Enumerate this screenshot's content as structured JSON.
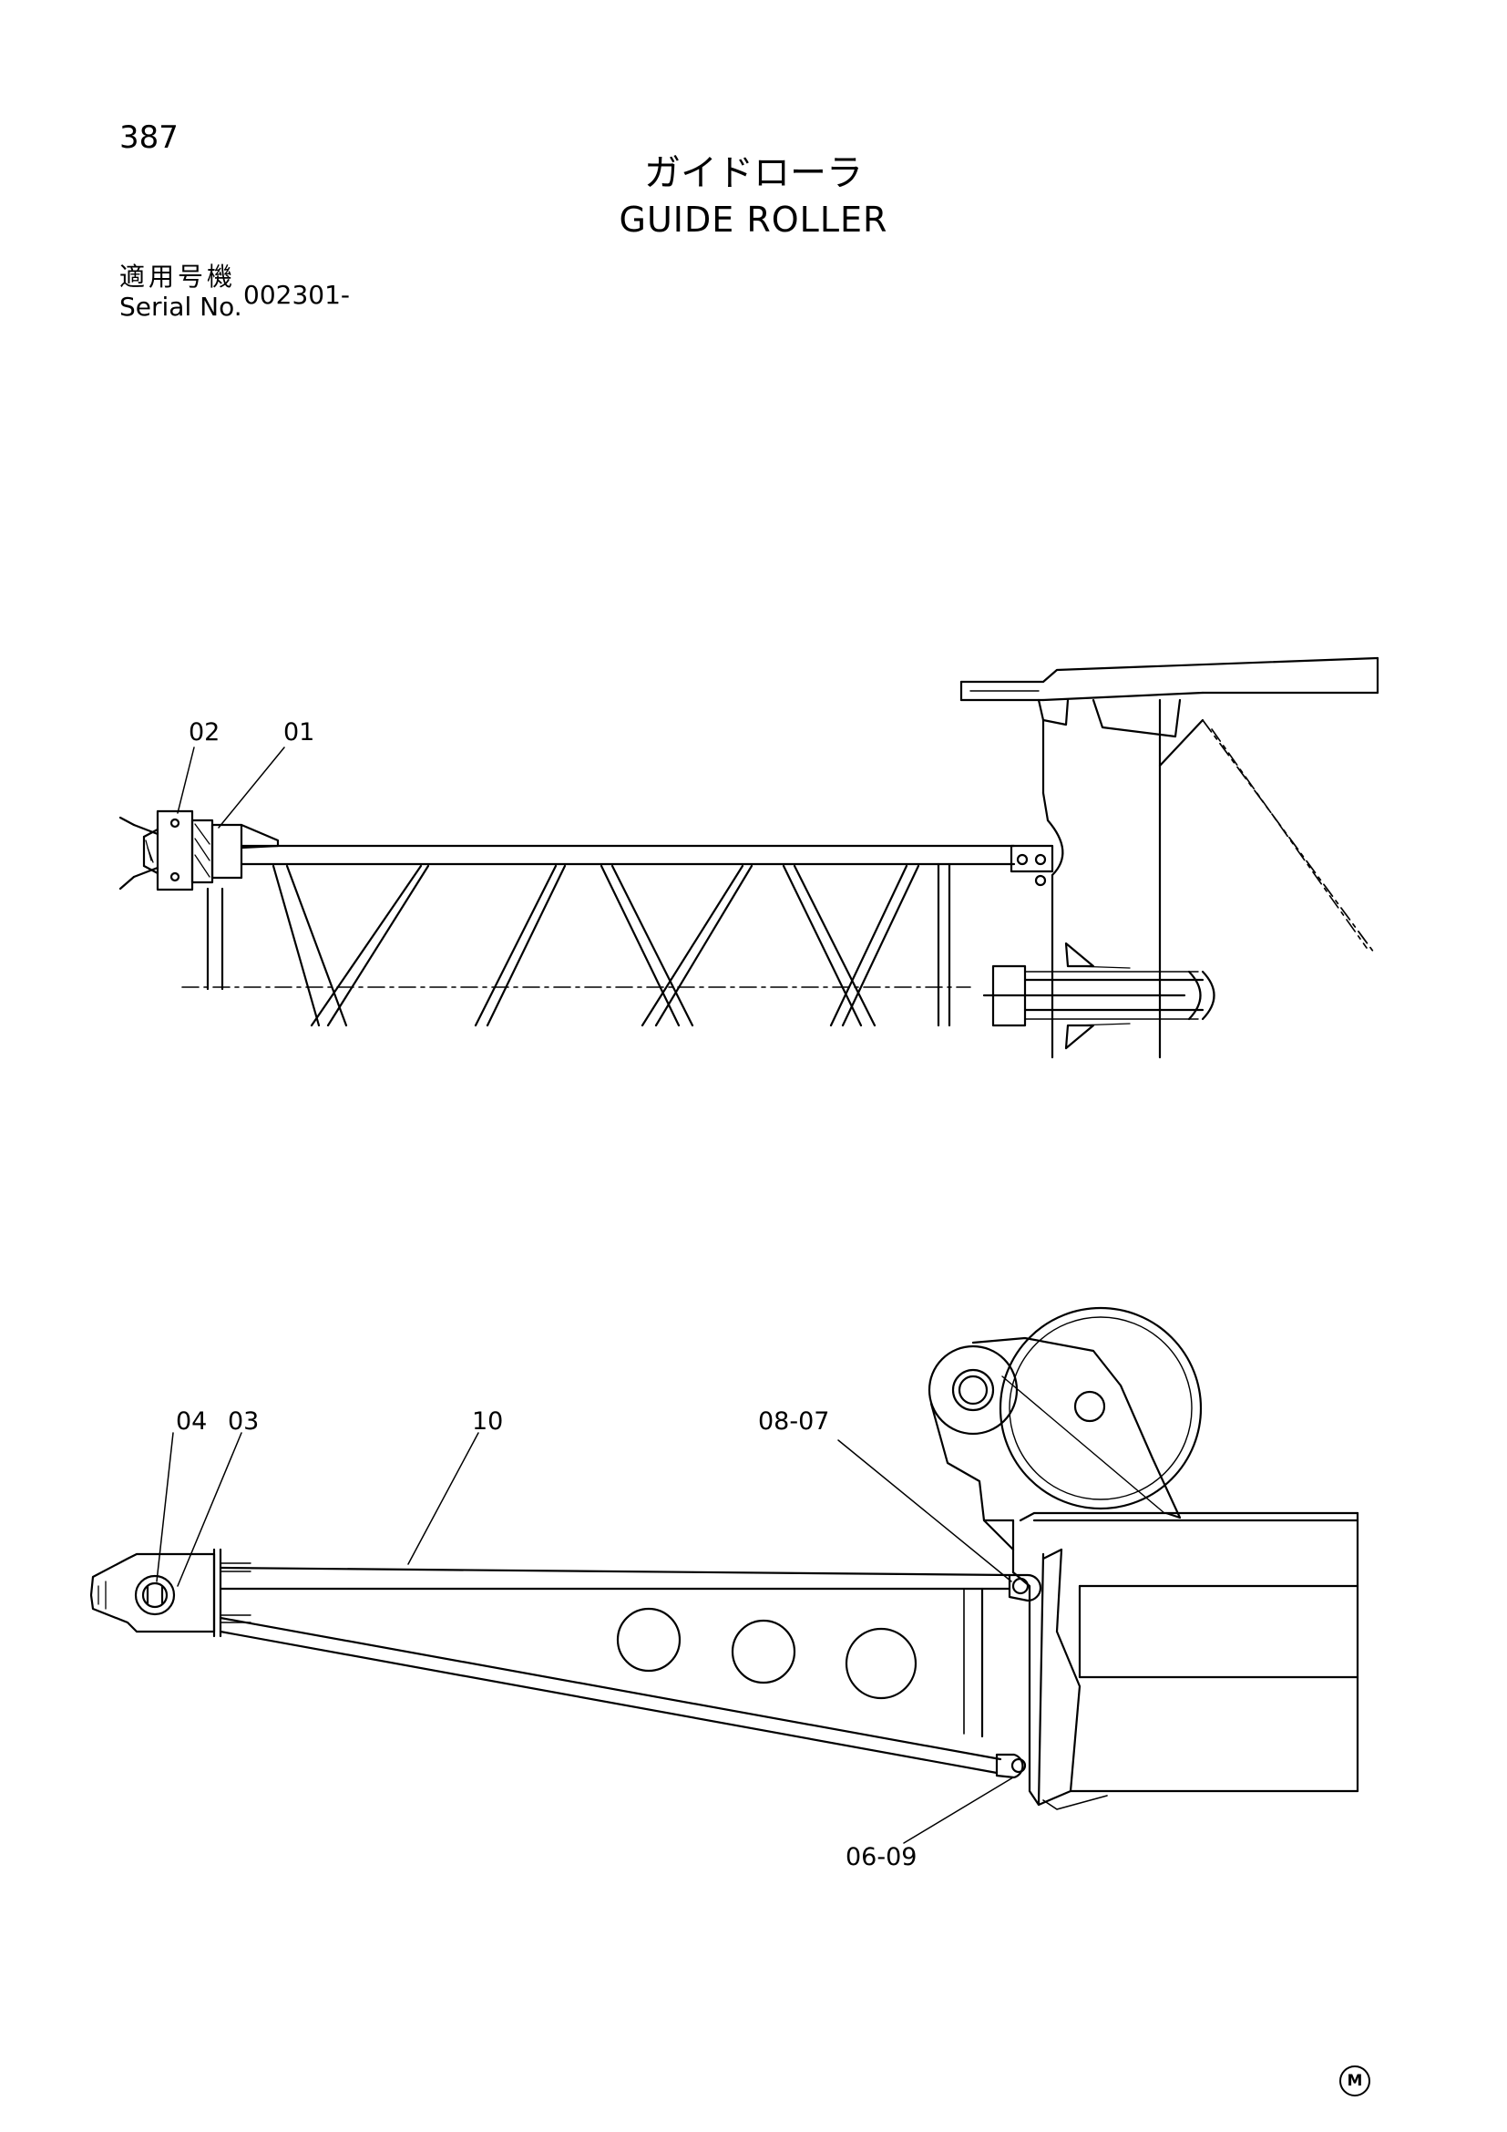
{
  "page_number": "387",
  "title": {
    "ja": "ガイドローラ",
    "en": "GUIDE ROLLER"
  },
  "serial": {
    "label_ja": "適用号機",
    "label_en": "Serial No.",
    "value": "002301-"
  },
  "callouts": {
    "top": [
      "02",
      "01"
    ],
    "bottom": [
      "04",
      "03",
      "10",
      "08-07",
      "06-09"
    ]
  },
  "maker_mark": "M"
}
